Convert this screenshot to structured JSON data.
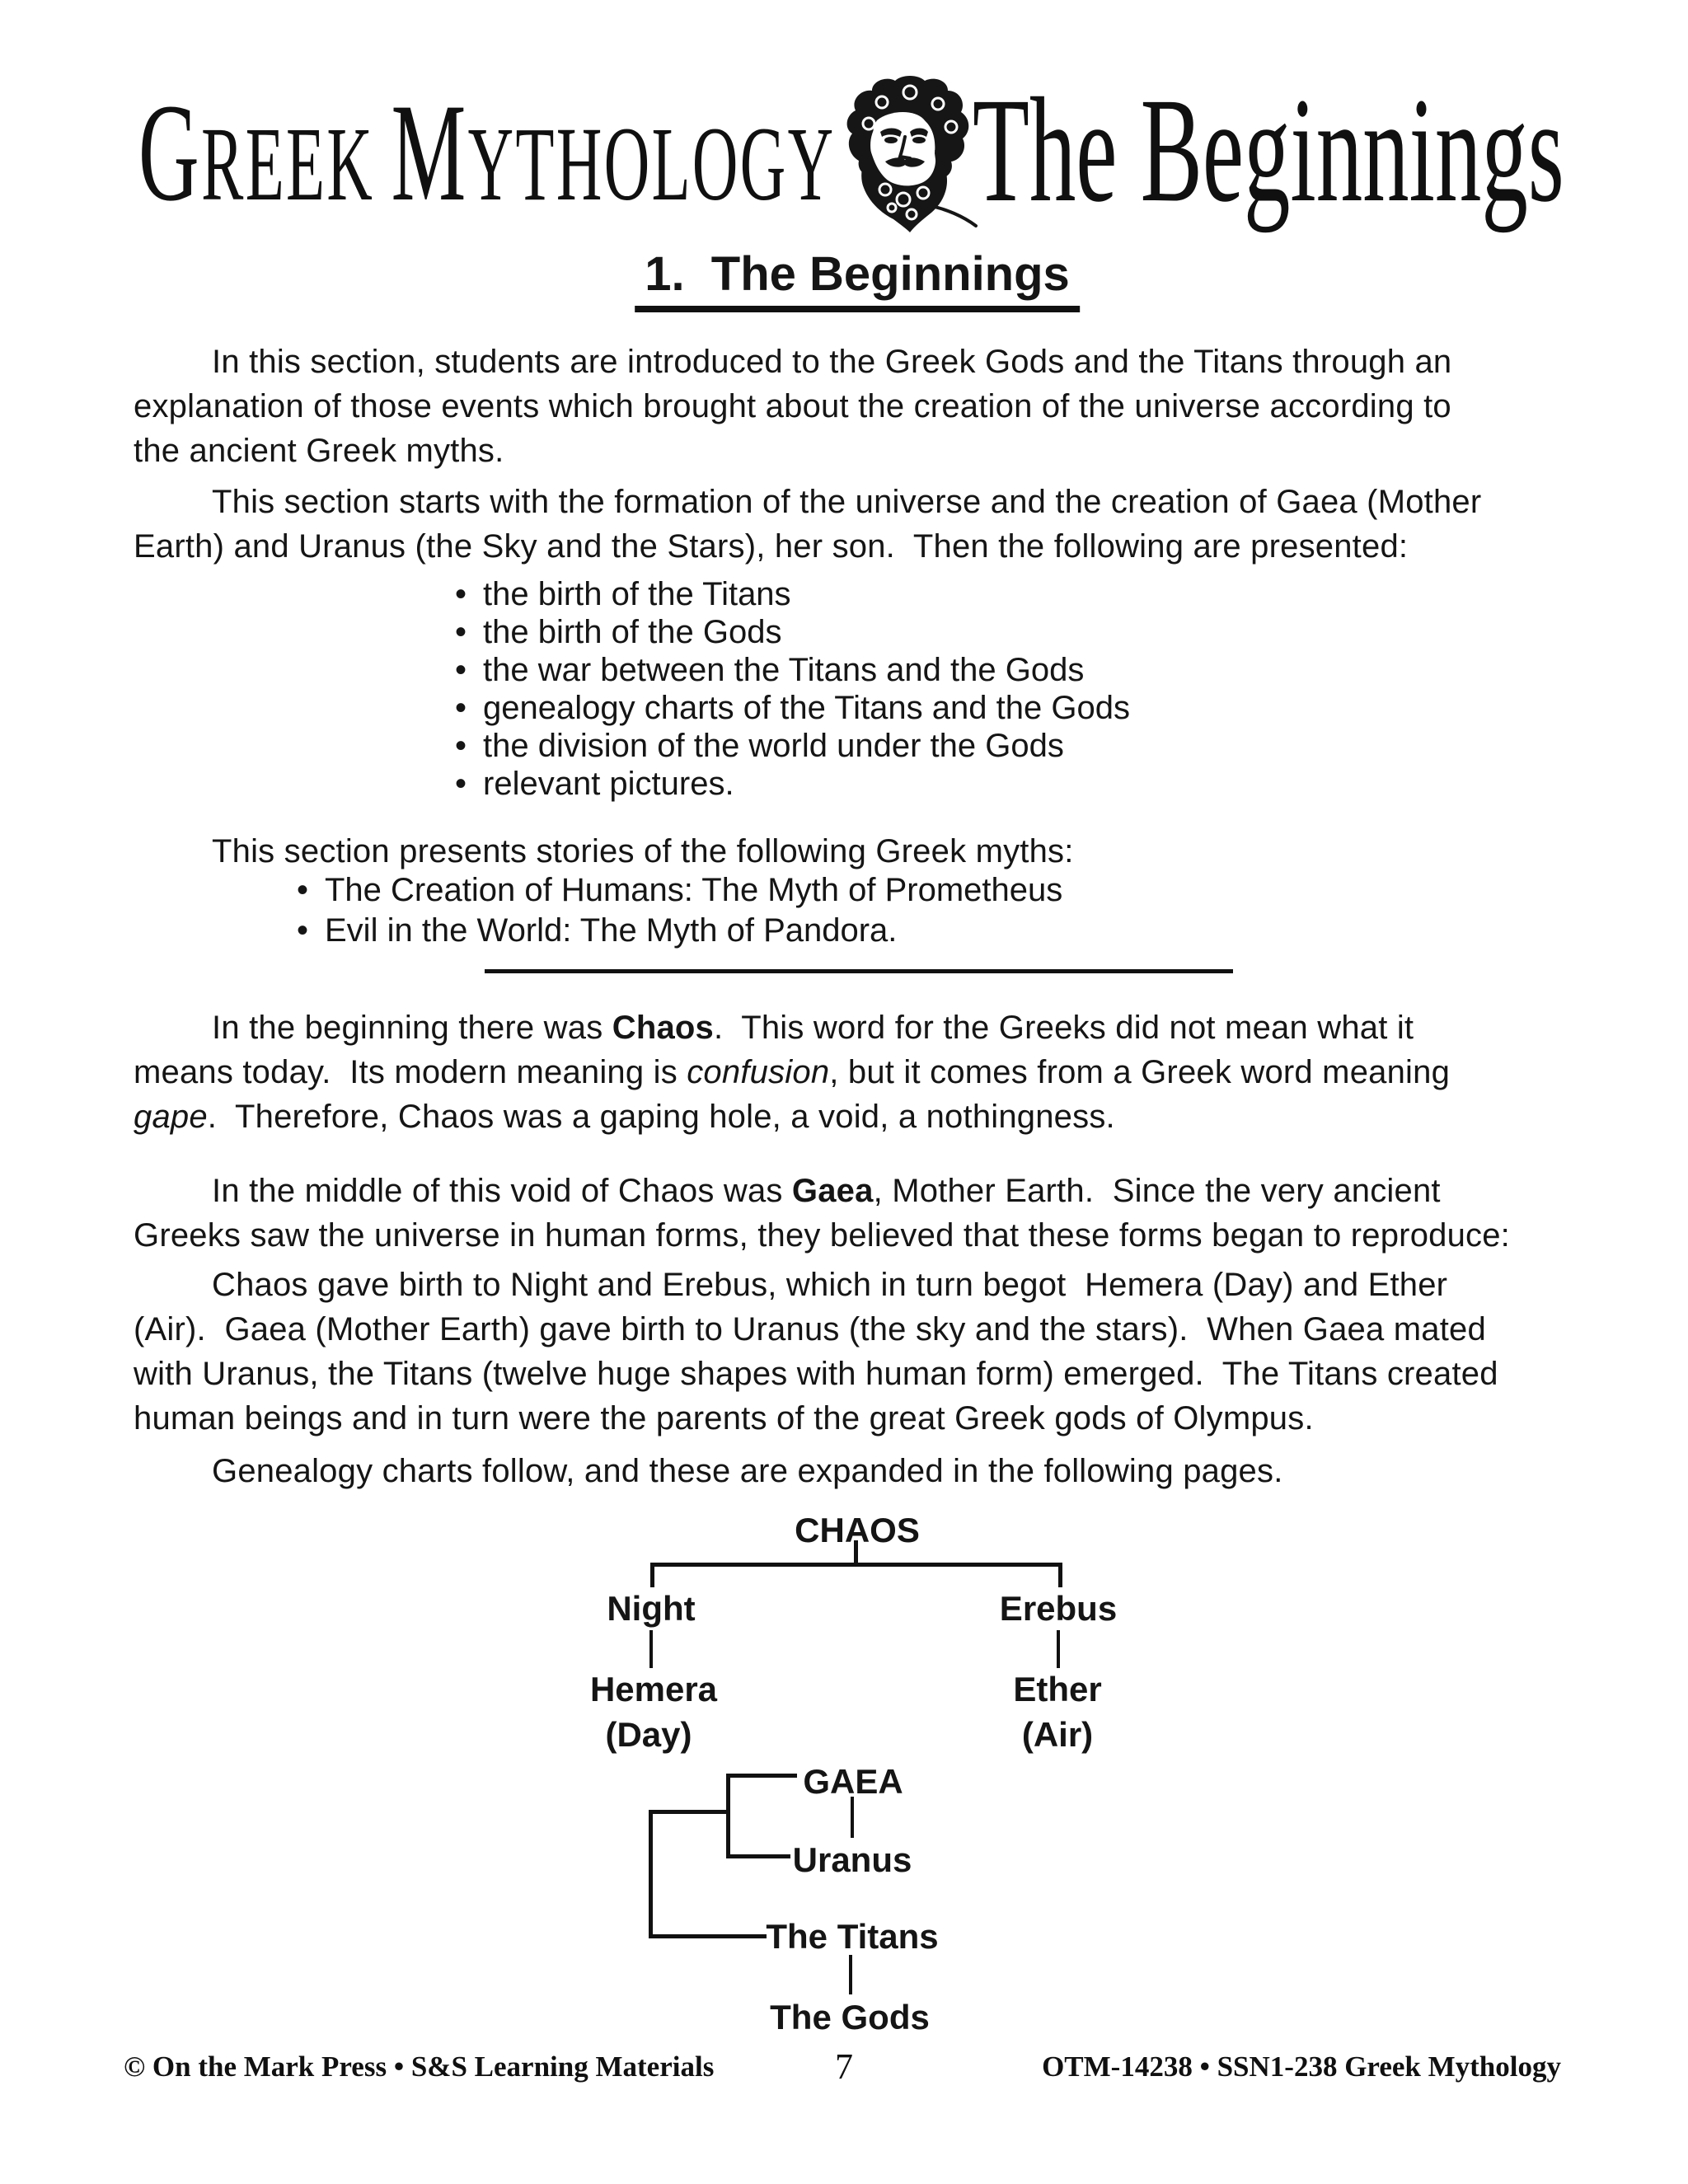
{
  "header": {
    "greek_g": "G",
    "greek_reek": "REEK",
    "greek_m": "M",
    "greek_ythology": "YTHOLOGY",
    "title_right": "The Beginnings",
    "zeus_icon": "zeus-head-illustration"
  },
  "section": {
    "heading": "1.  The Beginnings"
  },
  "paragraphs": {
    "intro": [
      "In this section, students are introduced to the Greek Gods and the Titans through an",
      "explanation of those events which brought about the creation of the universe according to",
      "the ancient Greek myths."
    ],
    "section_starts": [
      "This section starts with the formation of the universe and the creation of Gaea (Mother",
      "Earth) and Uranus (the Sky and the Stars), her son.  Then the following are presented:"
    ],
    "presents": "This section presents stories of the following Greek myths:",
    "chaos_html": "In the beginning there was <b>Chaos</b>.  This word for the Greeks did not mean what it\nmeans today.  Its modern meaning is <i>confusion</i>, but it comes from a Greek word meaning\n<i>gape</i>.  Therefore, Chaos was a gaping hole, a void, a nothingness.",
    "gaea_html": "In the middle of this void of Chaos was <b>Gaea</b>, Mother Earth.  Since the very ancient\nGreeks saw the universe in human forms, they believed that these forms began to reproduce:",
    "birth": [
      "Chaos gave birth to Night and Erebus, which in turn begot  Hemera (Day) and Ether",
      "(Air).  Gaea (Mother Earth) gave birth to Uranus (the sky and the stars).  When Gaea mated",
      "with Uranus, the Titans (twelve huge shapes with human form) emerged.  The Titans created",
      "human beings and in turn were the parents of the great Greek gods of Olympus."
    ],
    "genealogy_note": "Genealogy charts follow, and these are expanded in the following pages."
  },
  "lists": {
    "overview_bullet": "•",
    "overview": [
      "the birth of the Titans",
      "the birth of the Gods",
      "the war between the Titans and the Gods",
      "genealogy charts of the Titans and the Gods",
      "the division of the world under the Gods",
      "relevant pictures."
    ],
    "myths": [
      "The Creation of Humans:  The Myth of Prometheus",
      "Evil in the World:  The Myth of Pandora."
    ]
  },
  "genealogy_chart": {
    "type": "tree-diagram",
    "nodes": {
      "chaos": "CHAOS",
      "night": "Night",
      "erebus": "Erebus",
      "hemera": "Hemera",
      "day": "(Day)",
      "ether": "Ether",
      "air": "(Air)",
      "gaea": "GAEA",
      "uranus": "Uranus",
      "titans": "The Titans",
      "gods": "The Gods"
    },
    "edges": [
      {
        "parent": "CHAOS",
        "child": "Night"
      },
      {
        "parent": "CHAOS",
        "child": "Erebus"
      },
      {
        "parent": "Night",
        "child": "Hemera (Day)"
      },
      {
        "parent": "Erebus",
        "child": "Ether (Air)"
      },
      {
        "parent": "GAEA + Uranus",
        "child": "The Titans"
      },
      {
        "parent": "The Titans",
        "child": "The Gods"
      }
    ]
  },
  "footer": {
    "left": "© On the Mark Press • S&S Learning Materials",
    "page_number": "7",
    "right": "OTM-14238 • SSN1-238 Greek Mythology"
  },
  "colors": {
    "ink": "#151515",
    "background": "#ffffff"
  }
}
